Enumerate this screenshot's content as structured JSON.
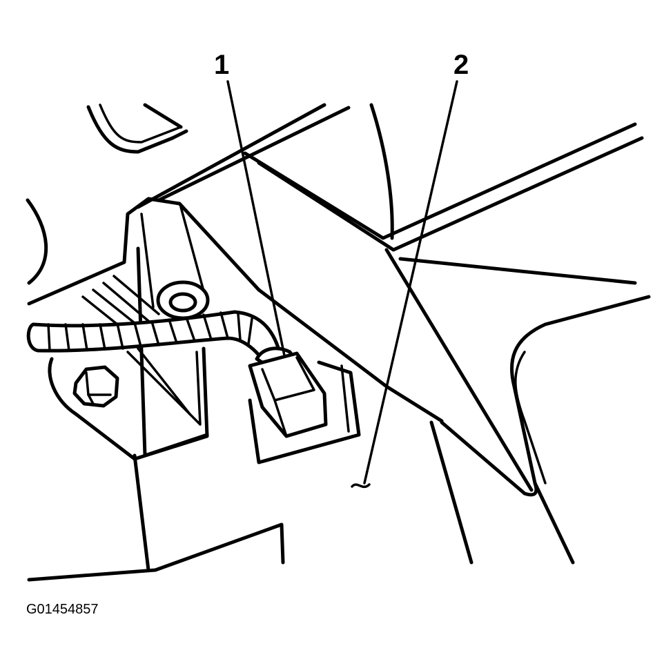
{
  "callouts": [
    {
      "id": "1",
      "label": "1"
    },
    {
      "id": "2",
      "label": "2"
    }
  ],
  "figure_id": "G01454857",
  "colors": {
    "ink": "#000000",
    "paper": "#ffffff"
  }
}
